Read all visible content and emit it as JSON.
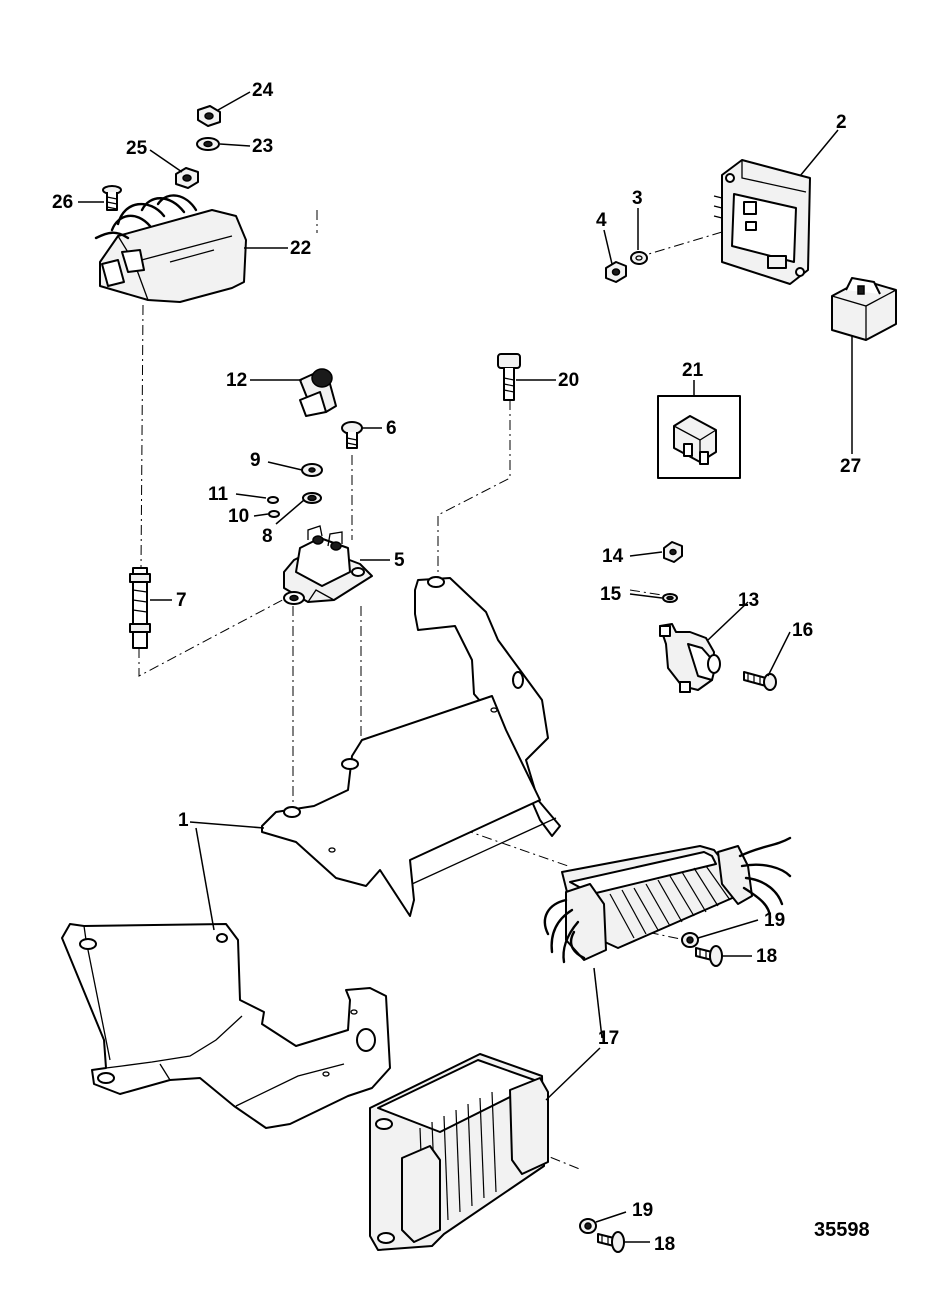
{
  "figure_number": "35598",
  "callouts": {
    "c1a": "1",
    "c1b": "1",
    "c2": "2",
    "c3": "3",
    "c4": "4",
    "c5": "5",
    "c6": "6",
    "c7": "7",
    "c8": "8",
    "c9": "9",
    "c10": "10",
    "c11": "11",
    "c12": "12",
    "c13": "13",
    "c14": "14",
    "c15": "15",
    "c16": "16",
    "c17": "17",
    "c18a": "18",
    "c18b": "18",
    "c19a": "19",
    "c19b": "19",
    "c20": "20",
    "c21": "21",
    "c22": "22",
    "c23": "23",
    "c24": "24",
    "c25": "25",
    "c26": "26",
    "c27": "27"
  }
}
